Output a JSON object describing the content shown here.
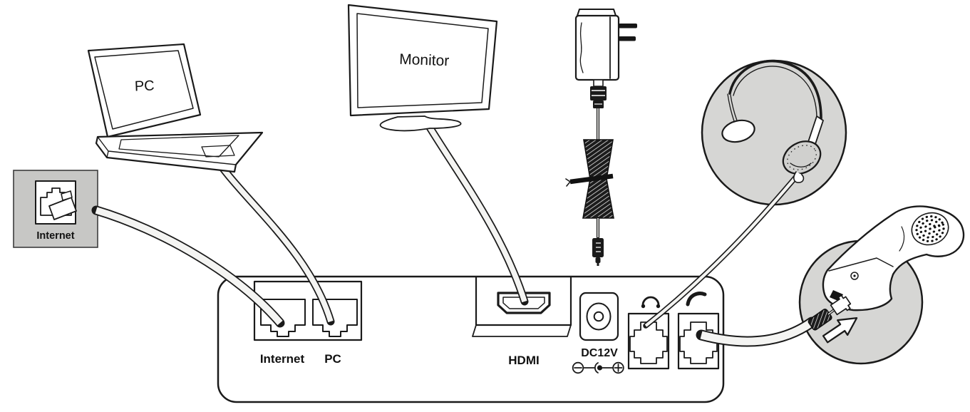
{
  "diagram_type": "rear-panel-connection-diagram",
  "wall_jack": {
    "label": "Internet"
  },
  "devices": {
    "laptop": {
      "screen_label": "PC"
    },
    "monitor": {
      "screen_label": "Monitor"
    },
    "power_adapter": {
      "name": "power-adapter"
    },
    "headset": {
      "name": "headset"
    },
    "handset": {
      "name": "handset"
    }
  },
  "rear_panel": {
    "ports": {
      "internet": {
        "label": "Internet"
      },
      "pc": {
        "label": "PC"
      },
      "hdmi": {
        "label": "HDMI"
      },
      "dc": {
        "label": "DC12V",
        "polarity_symbol": "center-positive"
      },
      "headset": {
        "icon": "headset-icon"
      },
      "handset": {
        "icon": "handset-icon"
      }
    }
  },
  "connections": [
    {
      "from": "internet-wall-jack",
      "to": "internet-port",
      "via": "cable"
    },
    {
      "from": "laptop-pc",
      "to": "pc-port",
      "via": "cable"
    },
    {
      "from": "monitor",
      "to": "hdmi-port",
      "via": "cable"
    },
    {
      "from": "power-adapter",
      "to": "dc12v-port",
      "via": "dc-plug"
    },
    {
      "from": "headset",
      "to": "headset-port",
      "via": "cable"
    },
    {
      "from": "handset",
      "to": "handset-port",
      "via": "coiled-cord"
    }
  ],
  "colors": {
    "line": "#1a1a1a",
    "plate_gray": "#c7c7c5",
    "circle_gray": "#d6d6d4",
    "pad_gray": "#d0d0ce",
    "cable_white": "#f4f4f2"
  }
}
